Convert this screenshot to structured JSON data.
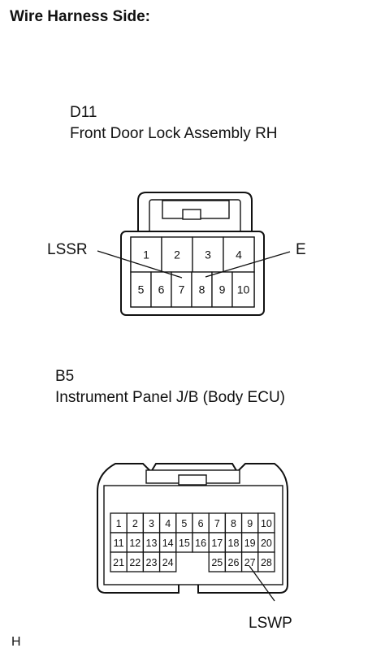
{
  "heading": "Wire Harness Side:",
  "connectors": [
    {
      "code": "D11",
      "name": "Front Door Lock Assembly RH",
      "top_row": [
        "1",
        "2",
        "3",
        "4"
      ],
      "bottom_row": [
        "5",
        "6",
        "7",
        "8",
        "9",
        "10"
      ],
      "callouts": [
        {
          "label": "LSSR",
          "pin": "7"
        },
        {
          "label": "E",
          "pin": "8"
        }
      ]
    },
    {
      "code": "B5",
      "name": "Instrument Panel J/B (Body ECU)",
      "row1": [
        "1",
        "2",
        "3",
        "4",
        "5",
        "6",
        "7",
        "8",
        "9",
        "10"
      ],
      "row2": [
        "11",
        "12",
        "13",
        "14",
        "15",
        "16",
        "17",
        "18",
        "19",
        "20"
      ],
      "row3": [
        "21",
        "22",
        "23",
        "24",
        "",
        "",
        "25",
        "26",
        "27",
        "28"
      ],
      "callouts": [
        {
          "label": "LSWP",
          "pin": "27"
        }
      ]
    }
  ],
  "figure_code": "H"
}
